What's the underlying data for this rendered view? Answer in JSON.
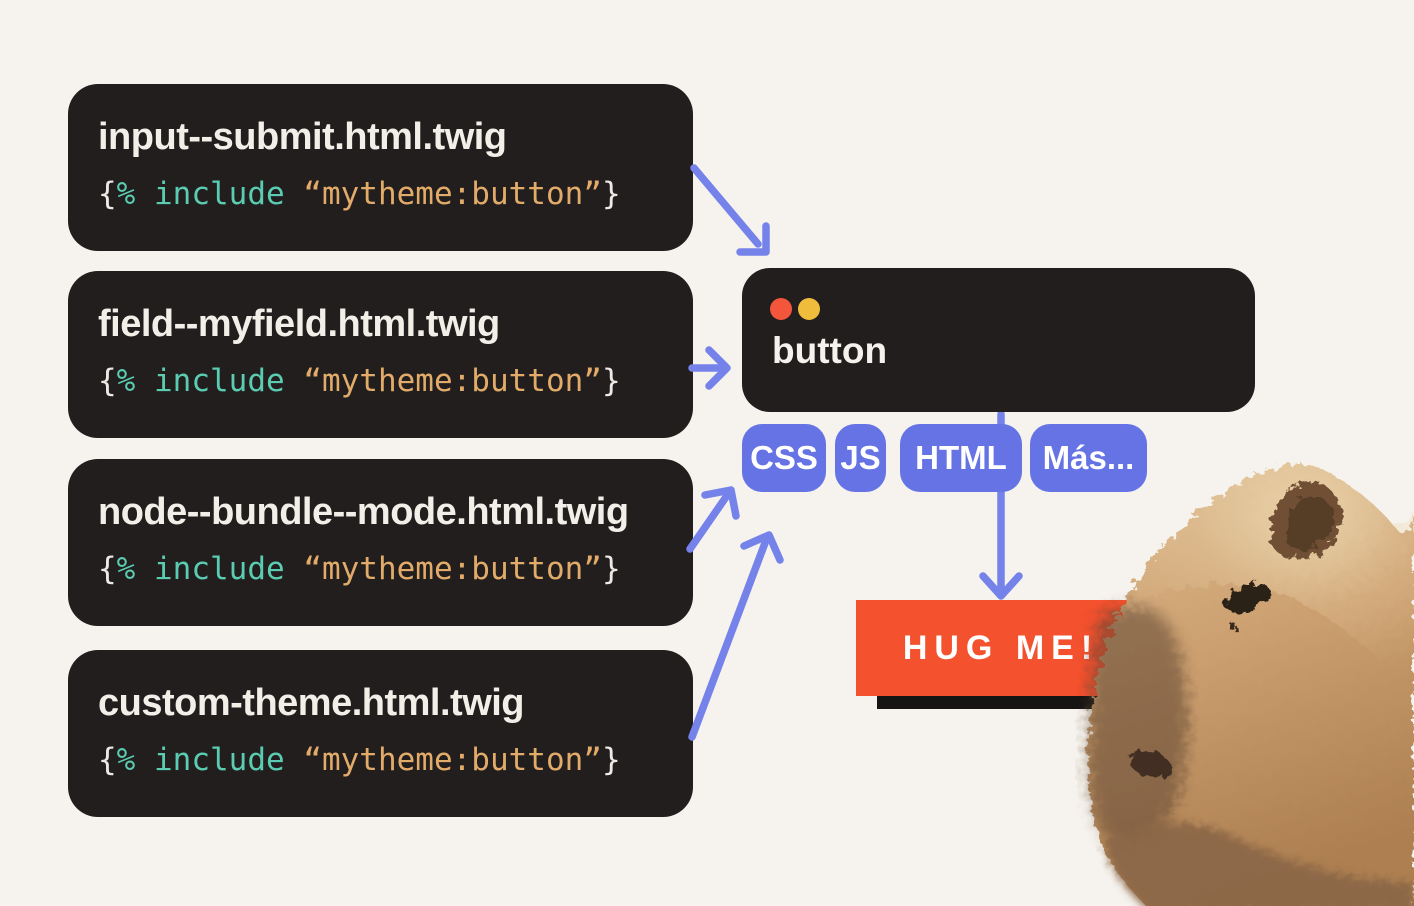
{
  "colors": {
    "background": "#f6f3ee",
    "card_bg": "#211e1d",
    "badge_periwinkle": "#6573e5",
    "arrow_periwinkle": "#7482ea",
    "cta_orange": "#f4512e",
    "window_dot_red": "#f4563c",
    "window_dot_yellow": "#f0bc3c",
    "code_keyword_teal": "#5bcbb1",
    "code_string_orange": "#e2ab69"
  },
  "files": [
    {
      "filename": "input--submit.html.twig"
    },
    {
      "filename": "field--myfield.html.twig"
    },
    {
      "filename": "node--bundle--mode.html.twig"
    },
    {
      "filename": "custom-theme.html.twig"
    }
  ],
  "code": {
    "open": "{",
    "tag": "% include ",
    "string": "“mytheme:button”",
    "close": "}"
  },
  "component": {
    "title": "button",
    "tags": [
      "CSS",
      "JS",
      "HTML",
      "Más..."
    ]
  },
  "cta": {
    "label": "HUG ME!"
  },
  "illustration": {
    "name": "capybara-photo"
  }
}
